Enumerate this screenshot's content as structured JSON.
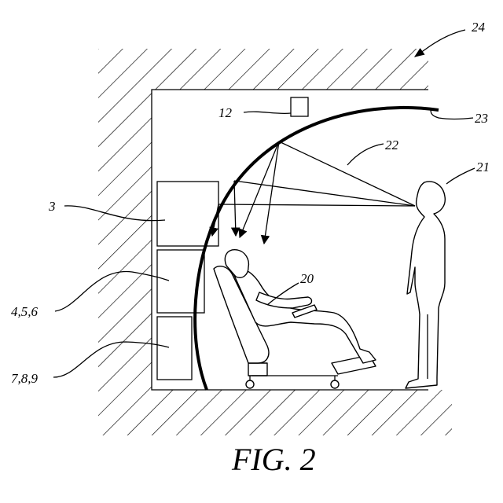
{
  "figure": {
    "caption": "FIG. 2",
    "labels": {
      "room": "24",
      "projector": "12",
      "screen_edge": "23",
      "light_path": "22",
      "standing_person": "21",
      "seated_person": "20",
      "cabinet_top": "3",
      "cabinet_middle": "4,5,6",
      "cabinet_bottom": "7,8,9"
    }
  }
}
